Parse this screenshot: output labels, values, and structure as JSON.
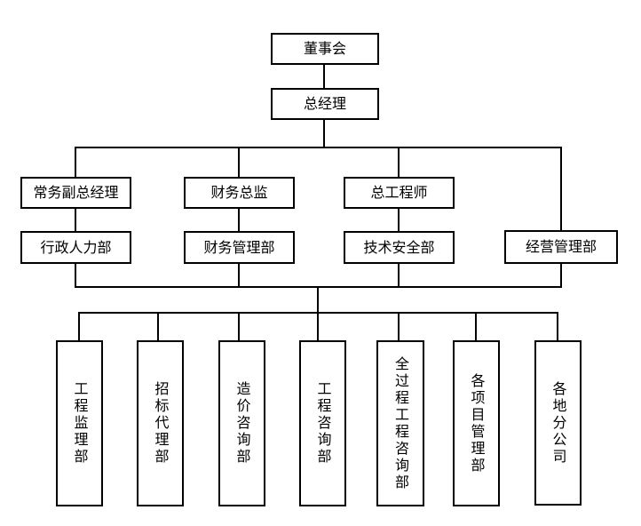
{
  "chart": {
    "title": "company organization chart",
    "nodes": {
      "board": "董事会",
      "gm": "总经理",
      "deputy_gm": "常务副总经理",
      "finance_director": "财务总监",
      "chief_engineer": "总工程师",
      "admin_hr": "行政人力部",
      "finance_mgmt": "财务管理部",
      "tech_safety": "技术安全部",
      "operations_mgmt": "经营管理部",
      "supervision": "工程监理部",
      "bidding_agency": "招标代理部",
      "cost_consulting": "造价咨询部",
      "eng_consulting": "工程咨询部",
      "whole_process": "全过程工程咨询部",
      "project_mgmt": "各项目管理部",
      "branch_offices": "各地分公司"
    },
    "edges": [
      {
        "from": "董事会",
        "to": [
          "总经理"
        ]
      },
      {
        "from": "总经理",
        "to": [
          "常务副总经理",
          "财务总监",
          "总工程师",
          "经营管理部"
        ]
      },
      {
        "from": "常务副总经理",
        "to": [
          "行政人力部"
        ]
      },
      {
        "from": "财务总监",
        "to": [
          "财务管理部"
        ]
      },
      {
        "from": "总工程师",
        "to": [
          "技术安全部"
        ]
      },
      {
        "from": [
          "行政人力部",
          "财务管理部",
          "技术安全部",
          "经营管理部"
        ],
        "to": [
          "工程监理部",
          "招标代理部",
          "造价咨询部",
          "工程咨询部",
          "全过程工程咨询部",
          "各项目管理部",
          "各地分公司"
        ]
      }
    ],
    "colors": {
      "background": "#ffffff",
      "box_border": "#000000",
      "line": "#000000",
      "text": "#000000"
    }
  }
}
